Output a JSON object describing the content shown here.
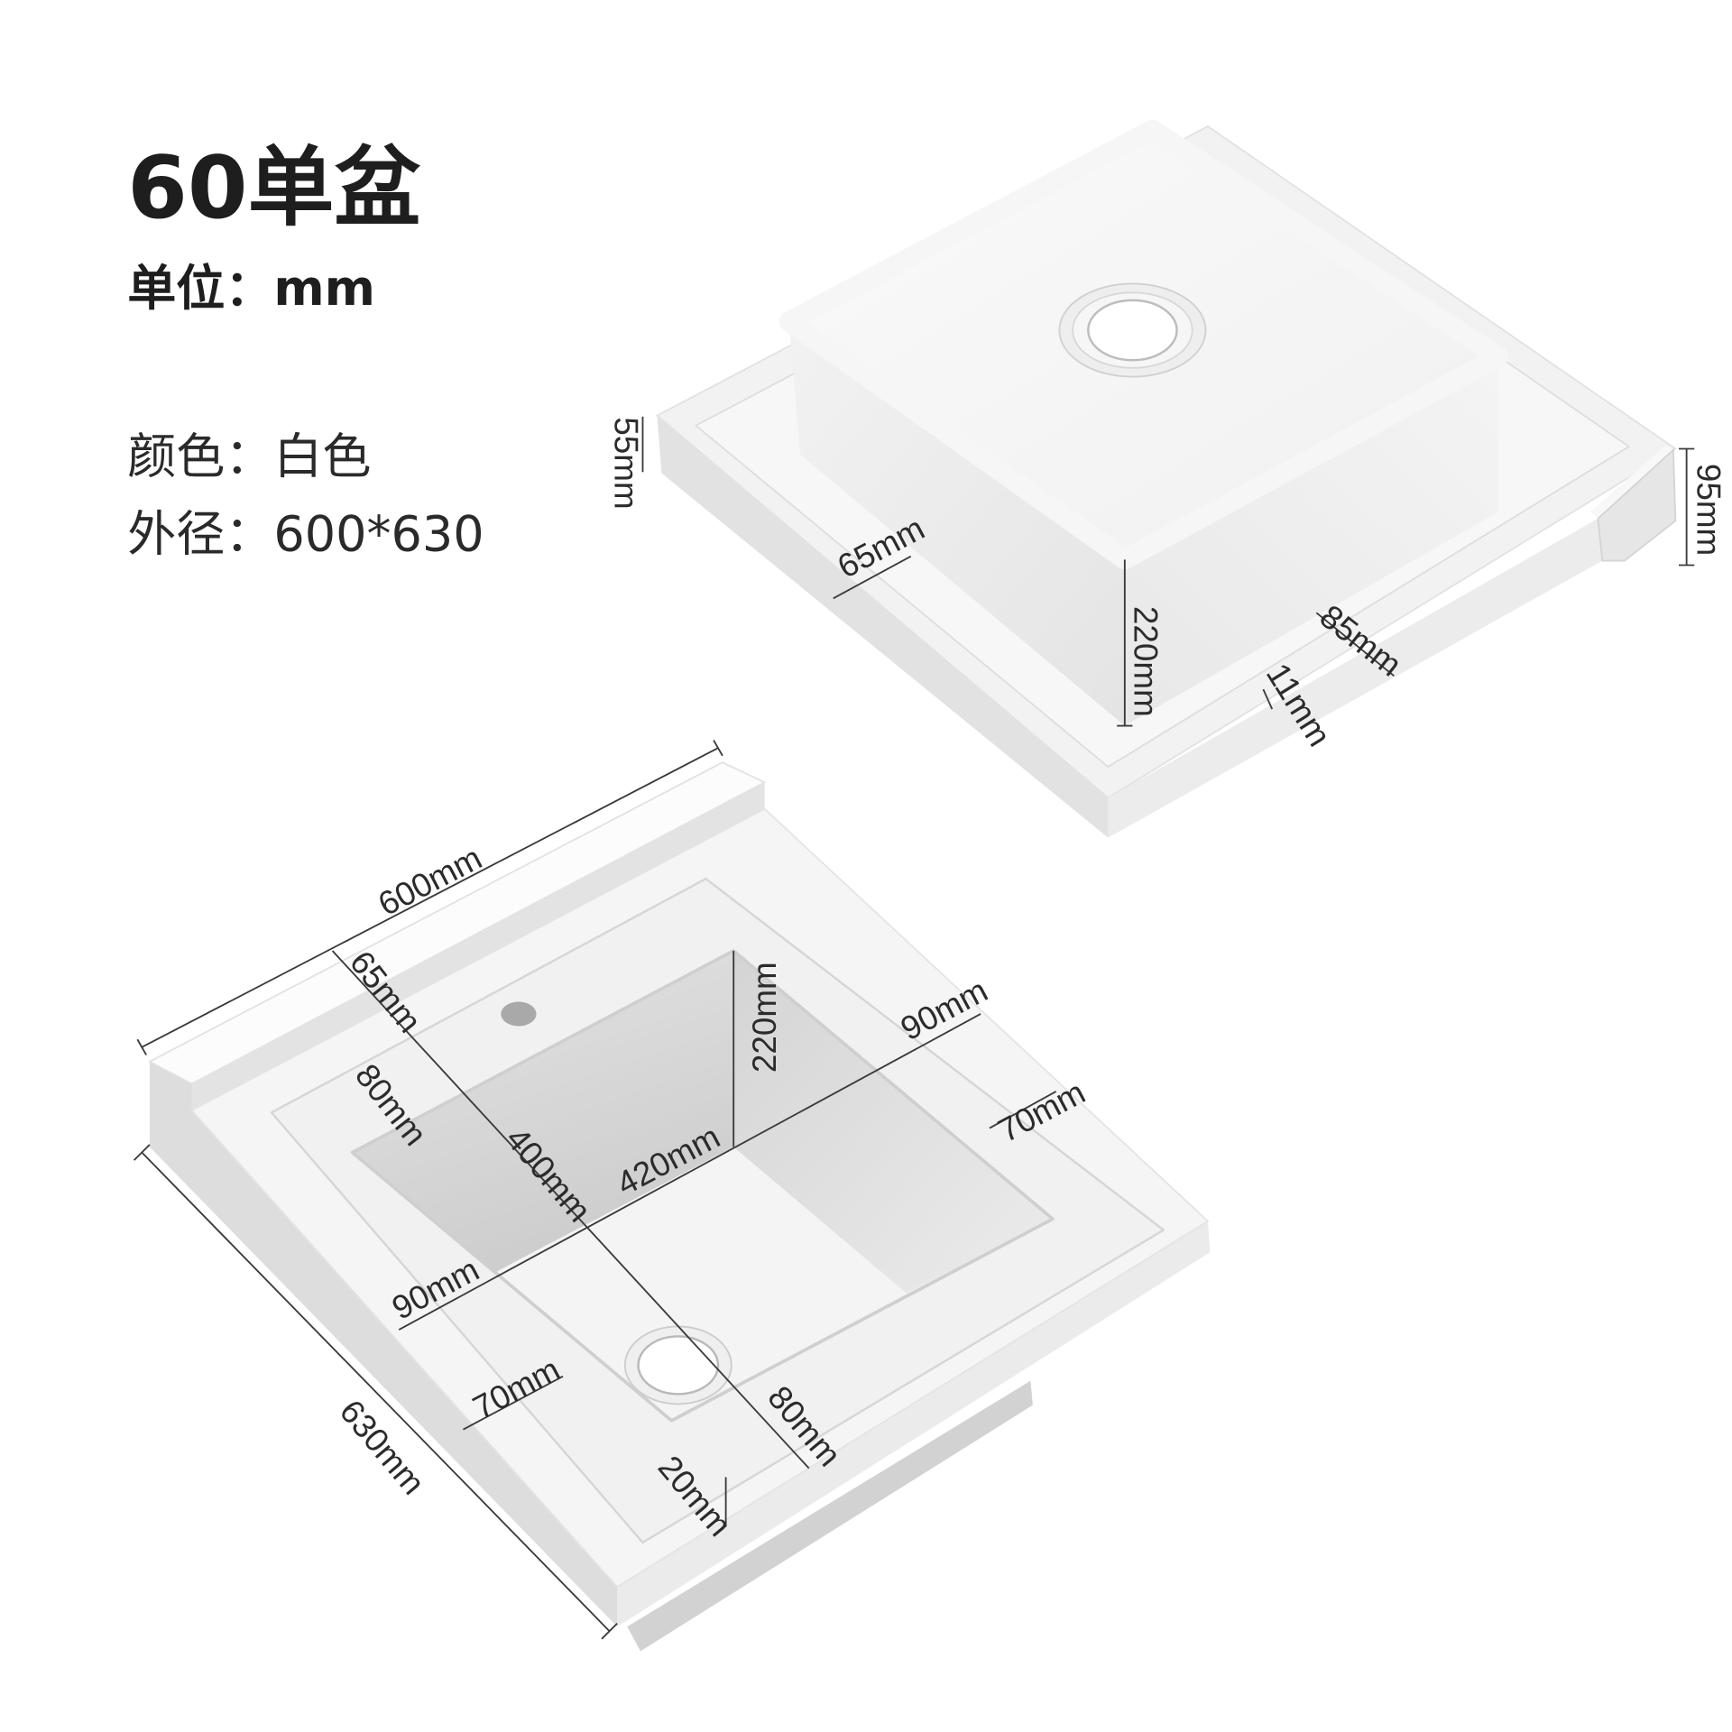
{
  "title": "60单盆",
  "unit": "单位：mm",
  "specs": {
    "color": "颜色：白色",
    "outer_size": "外径：600*630"
  },
  "underside_view": {
    "dims": {
      "tray_edge": "55mm",
      "backsplash": "95mm",
      "left_margin": "65mm",
      "bowl_depth": "220mm",
      "front_margin": "85mm",
      "lip": "11mm"
    }
  },
  "top_view": {
    "dims": {
      "width": "600mm",
      "back_margin": "65mm",
      "faucet_offset": "80mm",
      "bowl_depth": "220mm",
      "right_margin": "90mm",
      "side_strip": "70mm",
      "bowl_length": "400mm",
      "bowl_width": "420mm",
      "left_margin": "90mm",
      "drain_strip": "70mm",
      "front_margin": "80mm",
      "length": "630mm",
      "lip": "20mm"
    }
  },
  "colors": {
    "background": "#ffffff",
    "sink": "#f5f5f5",
    "dimension_line": "#3a3a3a",
    "text": "#1e1e1e"
  }
}
